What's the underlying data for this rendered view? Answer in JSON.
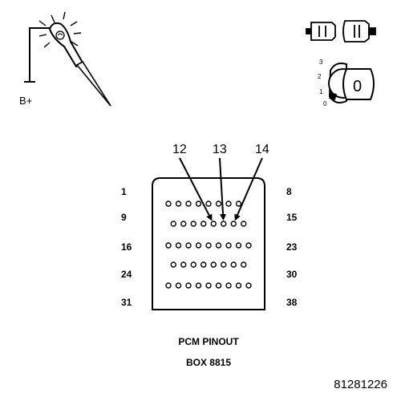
{
  "probe": {
    "supply_label": "B+"
  },
  "ignition": {
    "positions": [
      "3",
      "2",
      "1",
      "0"
    ],
    "key_label": "0"
  },
  "connector": {
    "left_row_labels": [
      "1",
      "9",
      "16",
      "24",
      "31"
    ],
    "right_row_labels": [
      "8",
      "15",
      "23",
      "30",
      "38"
    ],
    "rows": [
      {
        "pins": 8,
        "offset": 0
      },
      {
        "pins": 8,
        "offset": 0.5
      },
      {
        "pins": 9,
        "offset": 0
      },
      {
        "pins": 8,
        "offset": 0.5
      },
      {
        "pins": 9,
        "offset": 0
      }
    ],
    "callouts": [
      {
        "label": "12",
        "row": 1,
        "pin": 4
      },
      {
        "label": "13",
        "row": 1,
        "pin": 5
      },
      {
        "label": "14",
        "row": 1,
        "pin": 6
      }
    ]
  },
  "caption": {
    "title": "PCM PINOUT",
    "subtitle": "BOX 8815"
  },
  "reference_number": "81281226"
}
